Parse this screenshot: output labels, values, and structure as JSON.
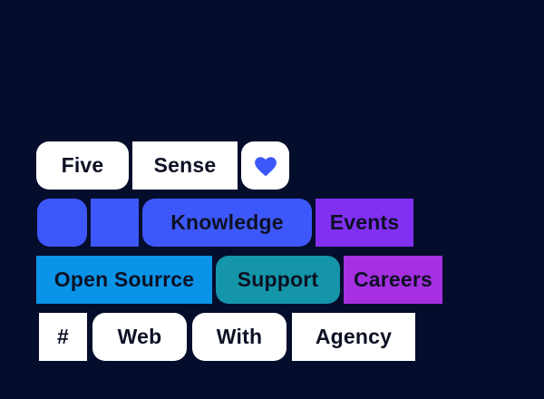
{
  "colors": {
    "bg": "#050d2c",
    "white": "#ffffff",
    "blue": "#3d58fa",
    "violet": "#8130f2",
    "magenta": "#a62fe2",
    "azure": "#0a94e8",
    "teal": "#1595a8",
    "text-dark": "#0d1124",
    "heart": "#3d58fa"
  },
  "icons": {
    "heart": "heart-icon"
  },
  "tags": {
    "five": "Five",
    "sense": "Sense",
    "knowledge": "Knowledge",
    "events": "Events",
    "open_source": "Open Sourrce",
    "support": "Support",
    "careers": "Careers",
    "hash": "#",
    "web": "Web",
    "with": "With",
    "agency": "Agency"
  }
}
